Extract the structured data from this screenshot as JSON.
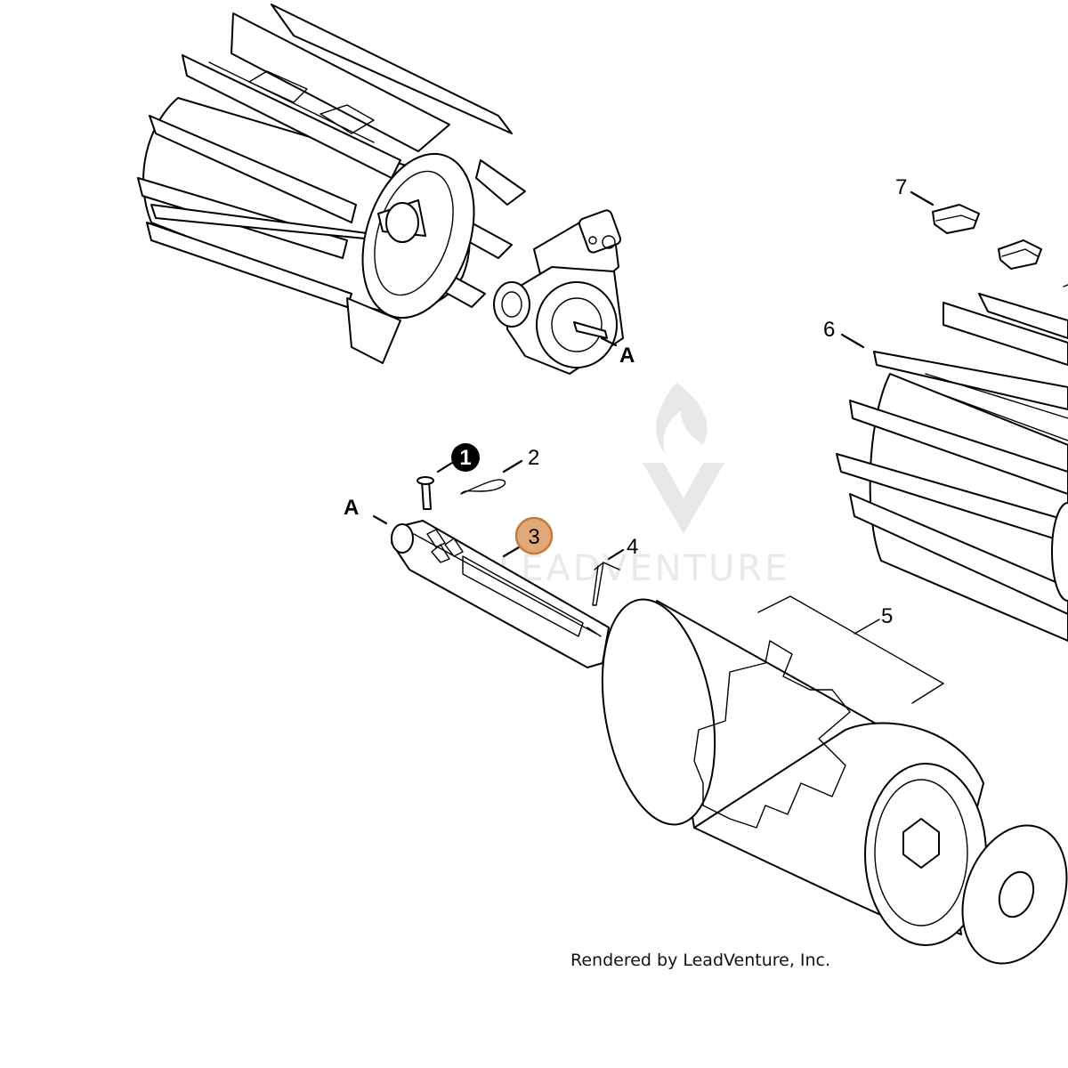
{
  "diagram": {
    "callouts": {
      "item1": "1",
      "item2": "2",
      "item3": "3",
      "item4": "4",
      "item5": "5",
      "item6": "6",
      "item7": "7",
      "refA_top": "A",
      "refA_left": "A"
    },
    "highlight_color": "#e0a97a",
    "highlight_stroke": "#c87a3c",
    "watermark": "LEADVENTURE",
    "footer": "Rendered by LeadVenture, Inc."
  }
}
